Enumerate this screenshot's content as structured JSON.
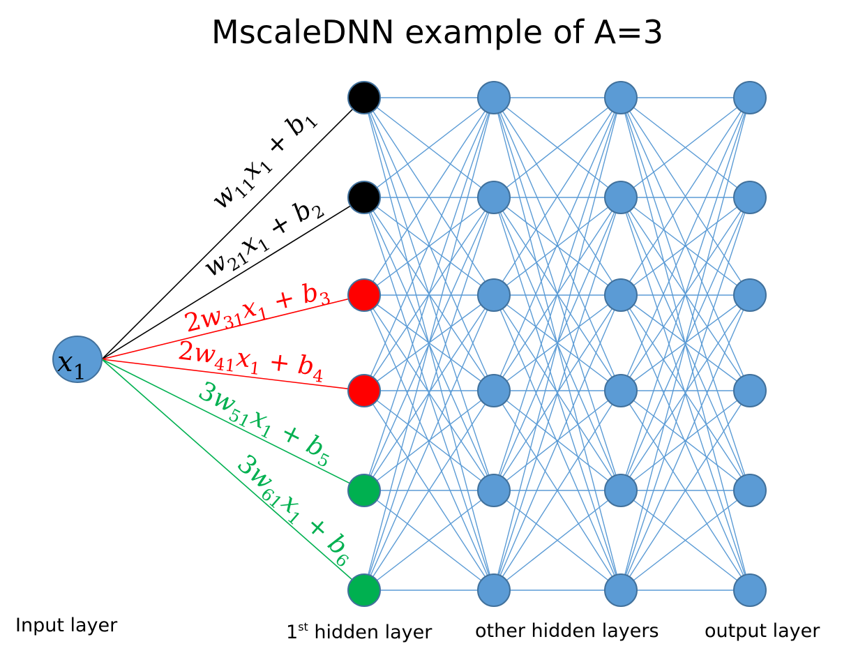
{
  "title": "MscaleDNN example of A=3",
  "labels": {
    "input_layer": "Input layer",
    "first_hidden_prefix": "1",
    "first_hidden_sup": "st",
    "first_hidden_suffix": " hidden layer",
    "other_hidden": "other hidden layers",
    "output_layer": "output layer"
  },
  "input_node": {
    "var": "x",
    "sub": "1"
  },
  "first_hidden_nodes": [
    {
      "color": "#000000",
      "scale": "",
      "w_sub": "11",
      "b_sub": "1"
    },
    {
      "color": "#000000",
      "scale": "",
      "w_sub": "21",
      "b_sub": "2"
    },
    {
      "color": "#ff0000",
      "scale": "2",
      "w_sub": "31",
      "b_sub": "3"
    },
    {
      "color": "#ff0000",
      "scale": "2",
      "w_sub": "41",
      "b_sub": "4"
    },
    {
      "color": "#00b050",
      "scale": "3",
      "w_sub": "51",
      "b_sub": "5"
    },
    {
      "color": "#00b050",
      "scale": "3",
      "w_sub": "61",
      "b_sub": "6"
    }
  ],
  "colors": {
    "node_fill": "#5b9bd5",
    "node_stroke": "#41719c",
    "connection": "#5b9bd5"
  }
}
